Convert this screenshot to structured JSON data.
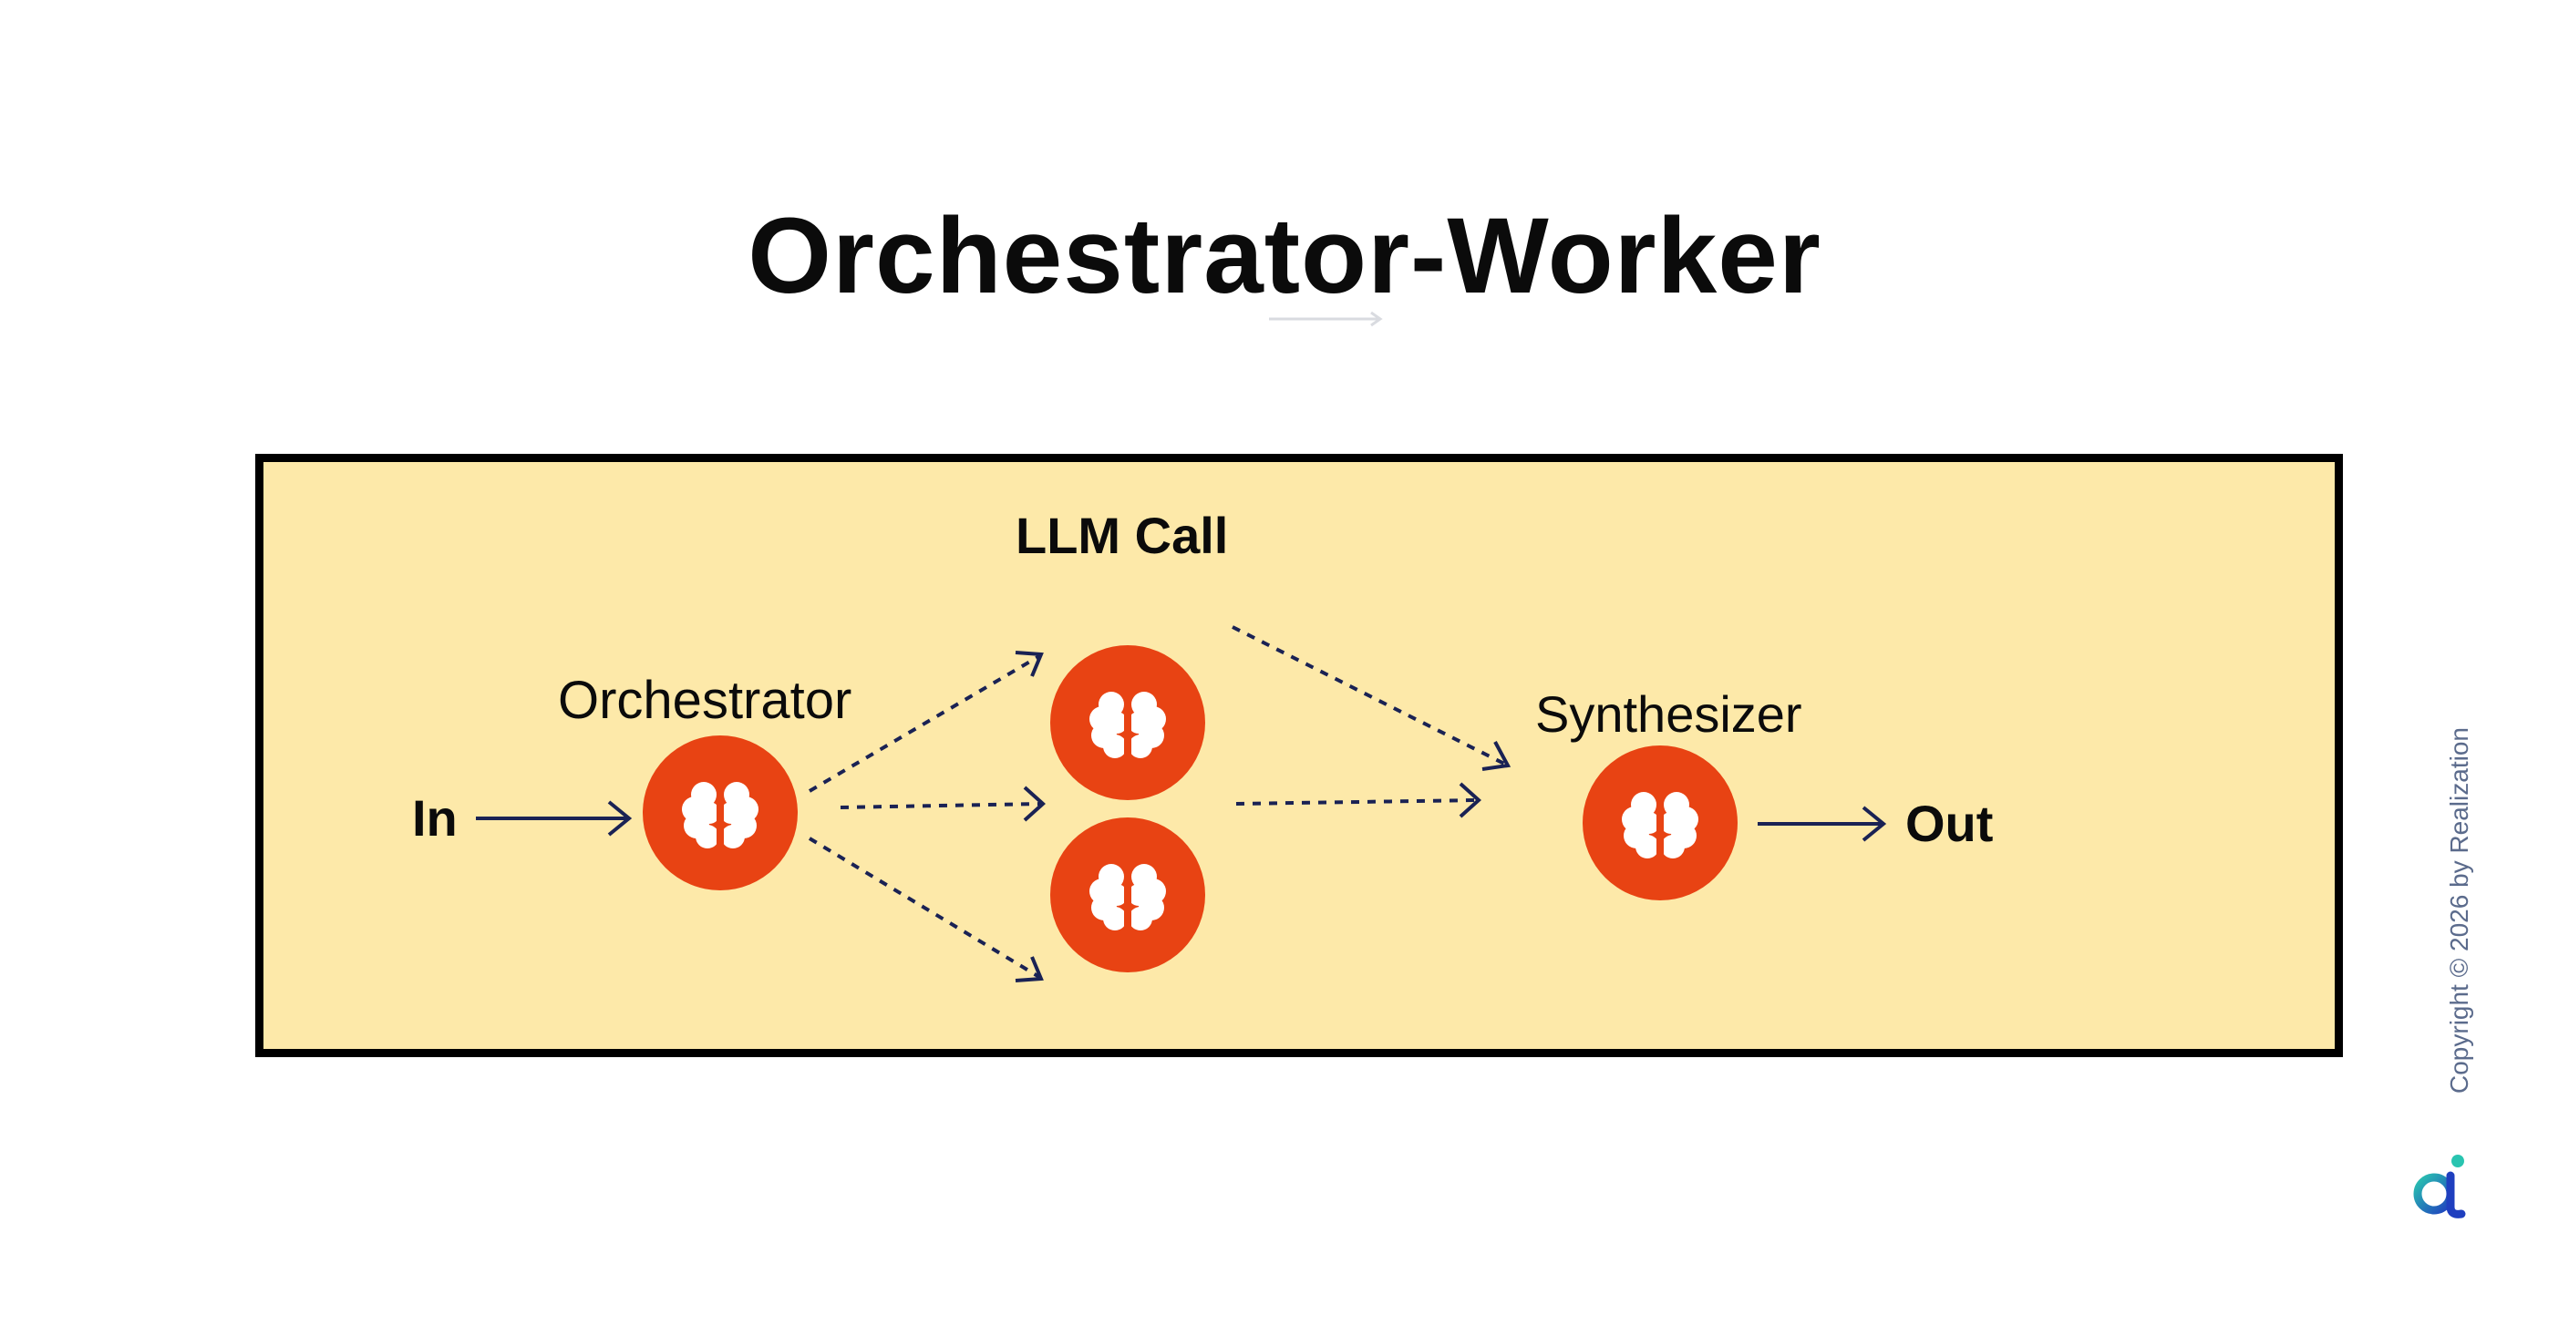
{
  "title": "Orchestrator-Worker",
  "diagram": {
    "input_label": "In",
    "output_label": "Out",
    "orchestrator_label": "Orchestrator",
    "llm_call_label": "LLM Call",
    "synthesizer_label": "Synthesizer",
    "node_icon": "brain-icon"
  },
  "footer": {
    "copyright": "Copyright © 2026 by Realization",
    "logo_icon": "realization-logo-icon"
  },
  "colors": {
    "background": "#ffffff",
    "diagram_fill": "#fde9a9",
    "diagram_border": "#000000",
    "node_fill": "#e84313",
    "arrow_color": "#1a2254",
    "copyright_text": "#5b6b8c",
    "logo_blue": "#1f3fbf",
    "logo_teal": "#29c4b0"
  }
}
